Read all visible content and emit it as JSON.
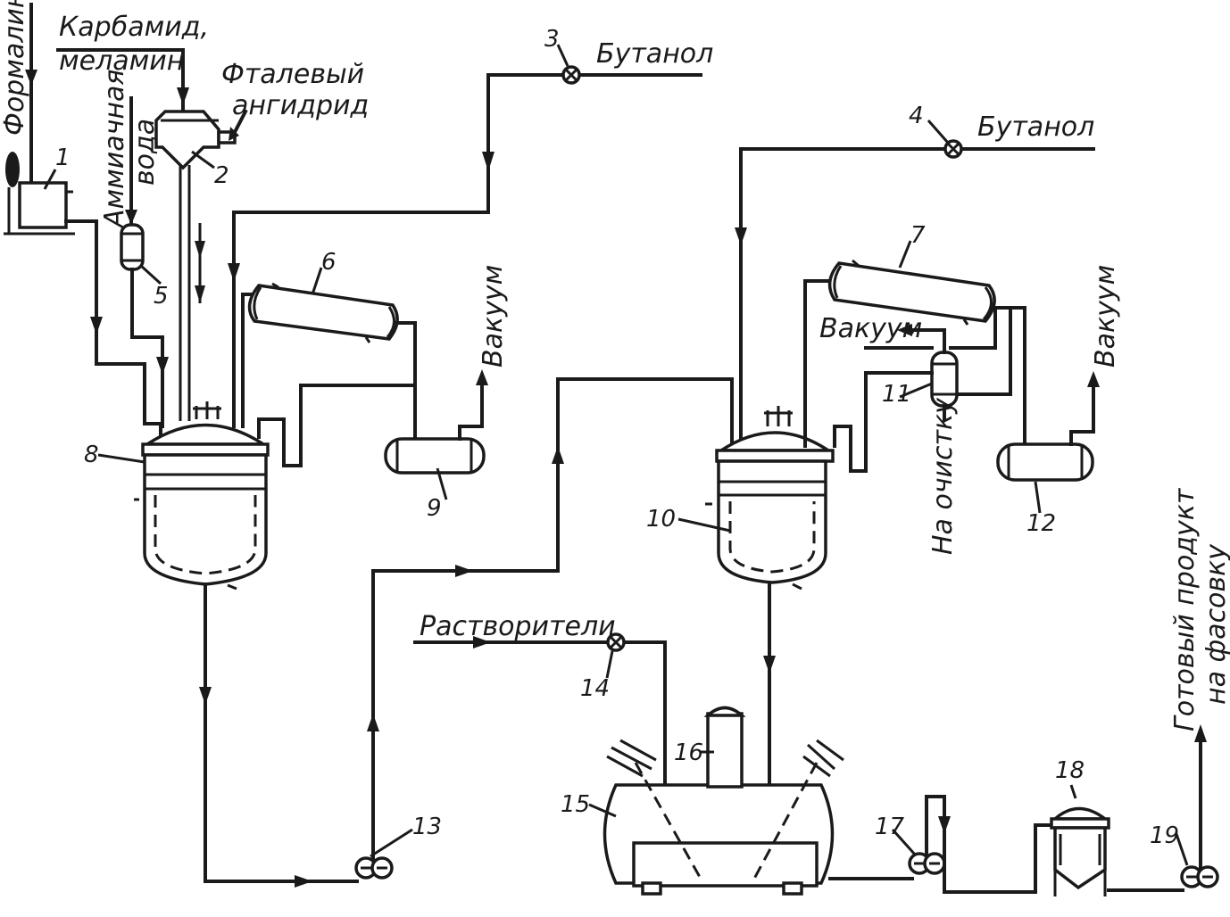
{
  "labels": {
    "formalin": "Формалин",
    "carbamide_line1": "Карбамид,",
    "carbamide_line2": "меламин",
    "phthalic_line1": "Фталевый",
    "phthalic_line2": "ангидрид",
    "ammonia_line1": "Аммиачная",
    "ammonia_line2": "вода",
    "butanol_top": "Бутанол",
    "butanol_right": "Бутанол",
    "vacuum_9": "Вакуум",
    "vacuum_11": "Вакуум",
    "vacuum_12": "Вакуум",
    "to_cleaning": "На очистку",
    "solvents": "Растворители",
    "product_line1": "Готовый продукт",
    "product_line2": "на фасовку"
  },
  "numbers": {
    "n1": "1",
    "n2": "2",
    "n3": "3",
    "n4": "4",
    "n5": "5",
    "n6": "6",
    "n7": "7",
    "n8": "8",
    "n9": "9",
    "n10": "10",
    "n11": "11",
    "n12": "12",
    "n13": "13",
    "n14": "14",
    "n15": "15",
    "n16": "16",
    "n17": "17",
    "n18": "18",
    "n19": "19"
  }
}
